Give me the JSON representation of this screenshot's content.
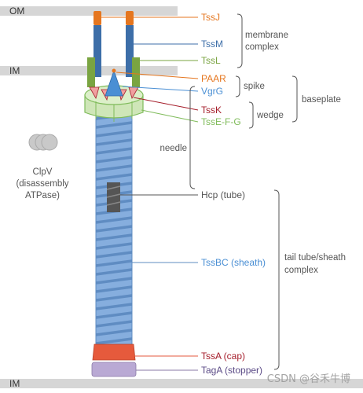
{
  "membranes": {
    "om": "OM",
    "im_top": "IM",
    "im_bottom": "IM"
  },
  "colors": {
    "membrane": "#d6d6d6",
    "tssj": "#e5761f",
    "tssm": "#3d6ea8",
    "tssl": "#7aa441",
    "paar": "#e5761f",
    "vgrg": "#4a8fd4",
    "tssk": "#a51e2b",
    "tsseg": "#7fbb5a",
    "baseplate_fill": "#cfe6b8",
    "sheath": "#86aede",
    "sheath_dark": "#5f8cc2",
    "hcp": "#555555",
    "cap": "#e65a3c",
    "stopper": "#b9a9d4",
    "clpv": "#c9c9c9",
    "bracket": "#555555"
  },
  "components": {
    "tssj": "TssJ",
    "tssm": "TssM",
    "tssl": "TssL",
    "paar": "PAAR",
    "vgrg": "VgrG",
    "tssk": "TssK",
    "tsseg": "TssE-F-G",
    "hcp": "Hcp (tube)",
    "tssbc": "TssBC (sheath)",
    "tssa": "TssA (cap)",
    "taga": "TagA (stopper)"
  },
  "groups": {
    "membrane_complex_1": "membrane",
    "membrane_complex_2": "complex",
    "spike": "spike",
    "baseplate": "baseplate",
    "wedge": "wedge",
    "needle": "needle",
    "tail_1": "tail tube/sheath",
    "tail_2": "complex"
  },
  "clpv": {
    "line1": "ClpV",
    "line2": "(disassembly",
    "line3": "ATPase)"
  },
  "watermark": "CSDN @谷禾牛博"
}
